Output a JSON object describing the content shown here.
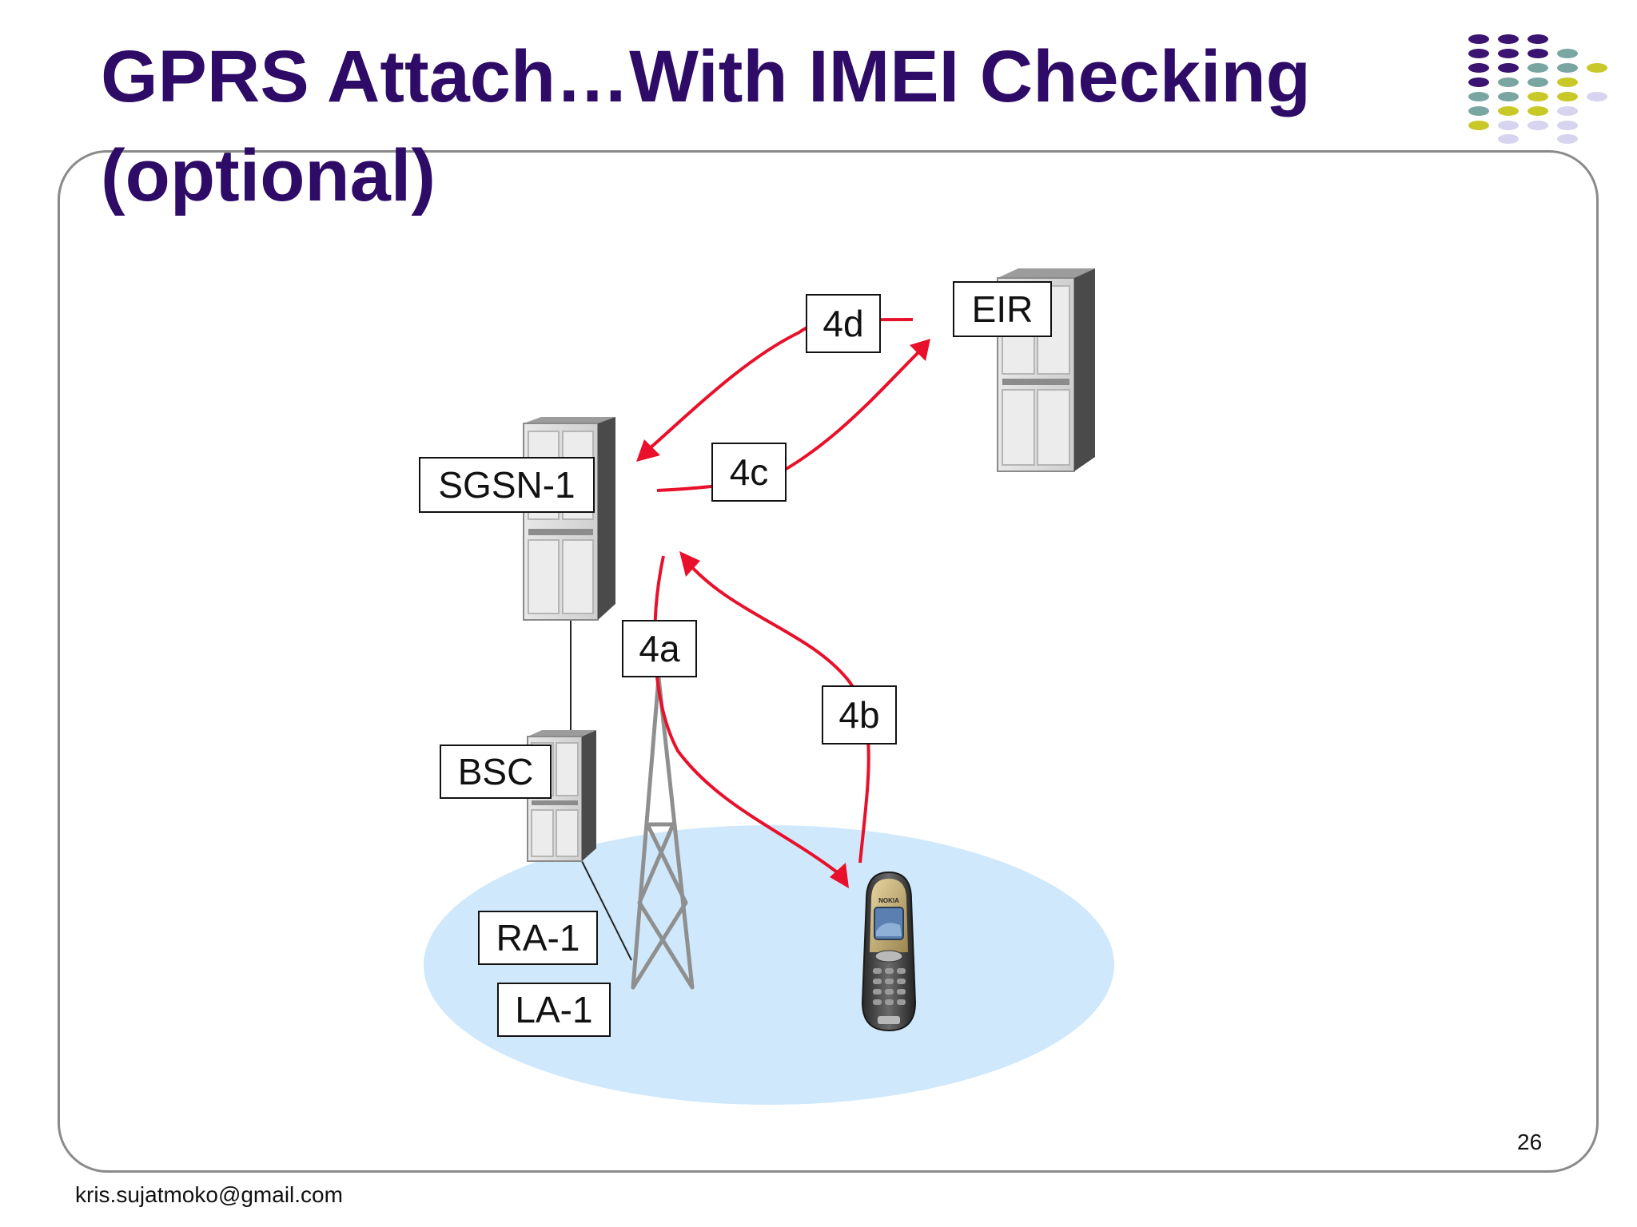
{
  "slide": {
    "title_line1": "GPRS Attach…With IMEI Checking",
    "title_line2": "(optional)",
    "page_number": "26",
    "footer_email": "kris.sujatmoko@gmail.com"
  },
  "diagram": {
    "nodes": {
      "sgsn": "SGSN-1",
      "eir": "EIR",
      "bsc": "BSC",
      "ra": "RA-1",
      "la": "LA-1"
    },
    "steps": {
      "s4a": "4a",
      "s4b": "4b",
      "s4c": "4c",
      "s4d": "4d"
    },
    "device_brand": "NOKIA"
  },
  "colors": {
    "title": "#2e0b66",
    "arrow": "#e8102a",
    "coverage": "#cfe8fb",
    "dot_purple": "#3a1470",
    "dot_teal": "#7aa6a2",
    "dot_lime": "#c8c928",
    "dot_lavender": "#d6d4ee"
  }
}
